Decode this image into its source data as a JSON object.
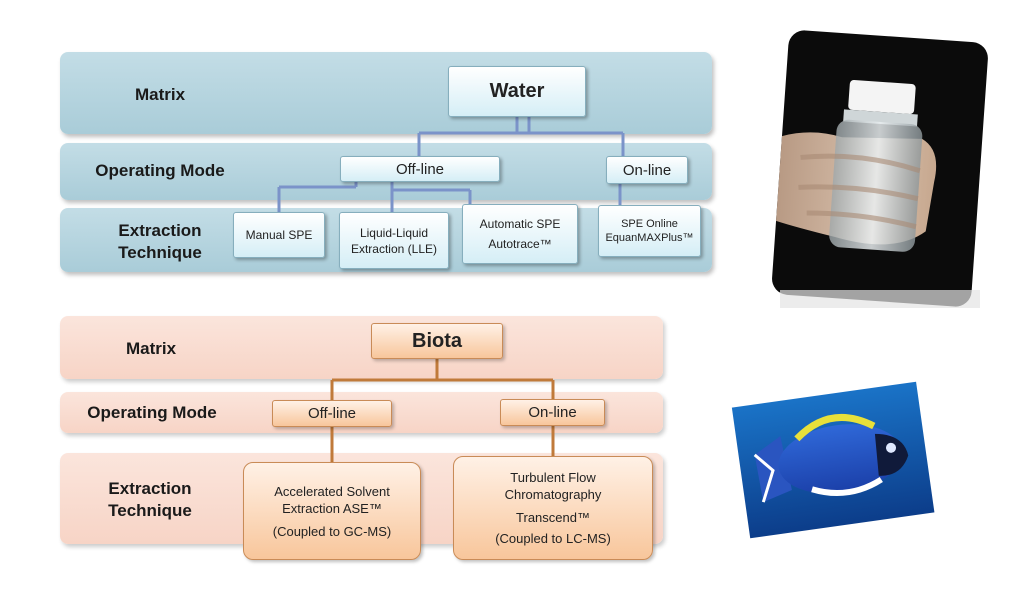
{
  "water": {
    "rows": {
      "matrix": "Matrix",
      "mode": "Operating Mode",
      "technique_line1": "Extraction",
      "technique_line2": "Technique"
    },
    "matrix_value": "Water",
    "modes": {
      "offline": "Off-line",
      "online": "On-line"
    },
    "techniques": {
      "manual": "Manual SPE",
      "lle_line1": "Liquid-Liquid",
      "lle_line2": "Extraction (LLE)",
      "auto_line1": "Automatic SPE",
      "auto_line2": "Autotrace™",
      "online_line1": "SPE Online",
      "online_line2": "EquanMAXPlus™"
    }
  },
  "biota": {
    "rows": {
      "matrix": "Matrix",
      "mode": "Operating Mode",
      "technique_line1": "Extraction",
      "technique_line2": "Technique"
    },
    "matrix_value": "Biota",
    "modes": {
      "offline": "Off-line",
      "online": "On-line"
    },
    "techniques": {
      "ase_line1": "Accelerated Solvent",
      "ase_line2": "Extraction ASE™",
      "ase_line3": "(Coupled to GC-MS)",
      "tfc_line1": "Turbulent Flow",
      "tfc_line2": "Chromatography",
      "tfc_line3": "Transcend™",
      "tfc_line4": "(Coupled to LC-MS)"
    }
  },
  "colors": {
    "water_connector": "#7b93c9",
    "biota_connector": "#c07a3a"
  },
  "images": {
    "top": "water-bottle-photo",
    "bottom": "fish-photo"
  }
}
